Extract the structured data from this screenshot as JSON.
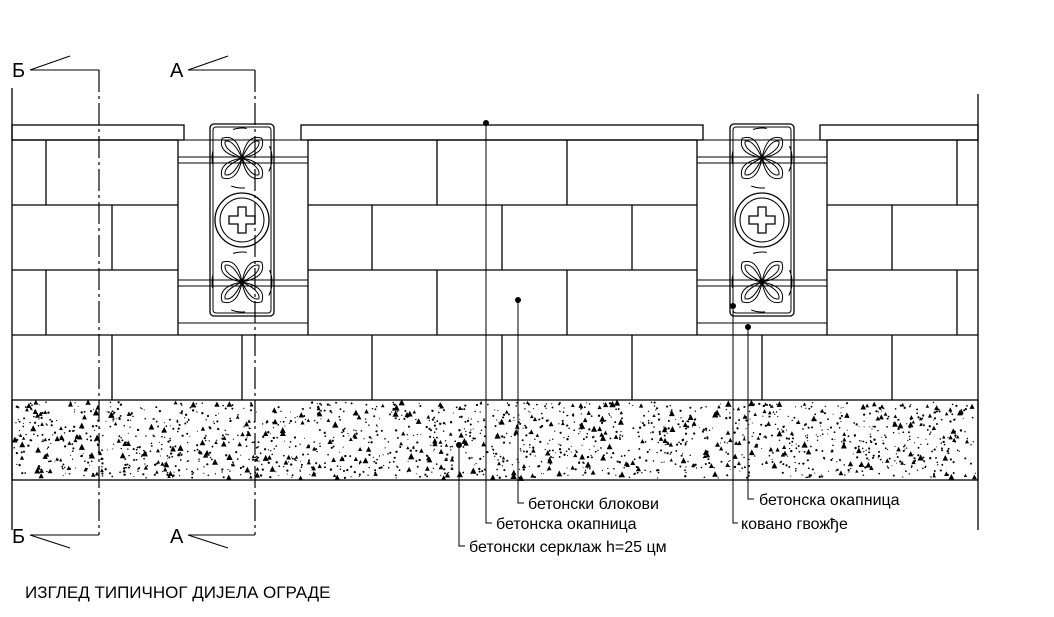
{
  "section_marks": {
    "b": "Б",
    "a": "А"
  },
  "callouts": {
    "blocks": "бетонски блокови",
    "coping_wall": "бетонска окапница",
    "tie_beam": "бетонски серклаж h=25 цм",
    "coping_panel": "бетонска окапница",
    "wrought_iron": "ковано гвожђе"
  },
  "title": "ИЗГЛЕД ТИПИЧНОГ ДИЈЕЛА ОГРАДЕ",
  "colors": {
    "line": "#000000",
    "background": "#ffffff"
  }
}
